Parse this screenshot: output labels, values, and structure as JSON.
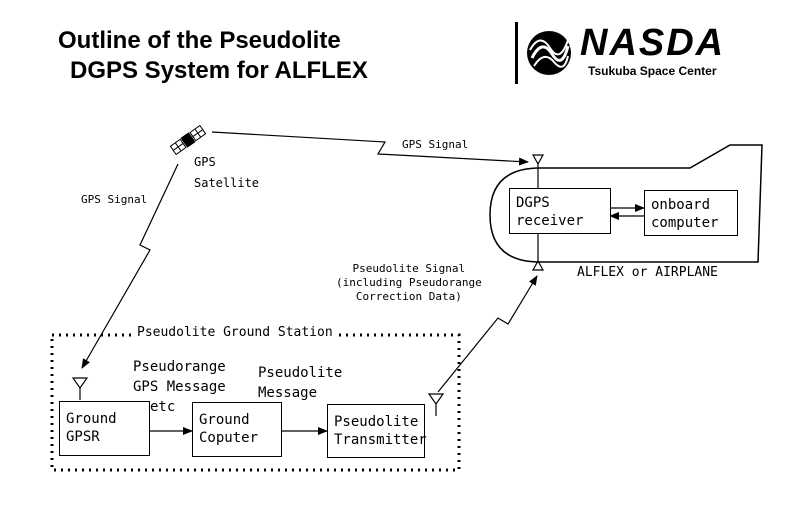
{
  "header": {
    "title_line1": "Outline of the Pseudolite",
    "title_line2": "DGPS System for ALFLEX",
    "logo_text": "NASDA",
    "logo_subtitle": "Tsukuba Space Center"
  },
  "satellite": {
    "icon": "satellite-icon",
    "label_line1": "GPS",
    "label_line2": "Satellite"
  },
  "signals": {
    "gps_to_airplane": "GPS Signal",
    "gps_to_ground": "GPS Signal",
    "pseudolite_line1": "Pseudolite Signal",
    "pseudolite_line2": "(including Pseudorange",
    "pseudolite_line3": "Correction Data)"
  },
  "airplane": {
    "dgps_line1": "DGPS",
    "dgps_line2": "receiver",
    "onboard_line1": "onboard",
    "onboard_line2": "computer",
    "caption": "ALFLEX  or AIRPLANE"
  },
  "ground_station": {
    "title": "Pseudolite Ground Station",
    "ground_gpsr_line1": "Ground",
    "ground_gpsr_line2": "GPSR",
    "ground_computer_line1": "Ground",
    "ground_computer_line2": "Coputer",
    "transmitter_line1": "Pseudolite",
    "transmitter_line2": "Transmitter",
    "msg1_line1": "Pseudorange",
    "msg1_line2": "GPS Message",
    "msg1_line3": "etc",
    "msg2_line1": "Pseudolite",
    "msg2_line2": "Message"
  }
}
